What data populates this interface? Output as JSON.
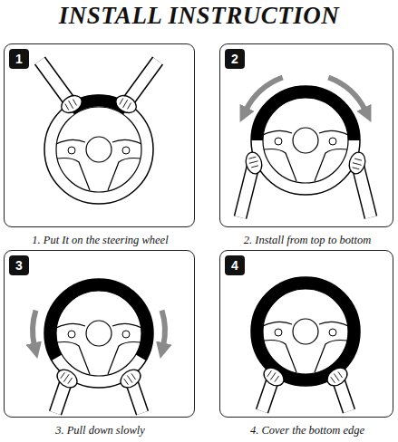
{
  "diagram": {
    "title": "INSTALL INSTRUCTION",
    "nodes": [
      {
        "text": [
          "1",
          "1. Put It on the steering wheel"
        ]
      },
      {
        "text": [
          "2",
          "2. Install from top to bottom"
        ]
      },
      {
        "text": [
          "3",
          "3. Pull down slowly"
        ]
      },
      {
        "text": [
          "4",
          "4. Cover the bottom edge"
        ]
      }
    ]
  }
}
